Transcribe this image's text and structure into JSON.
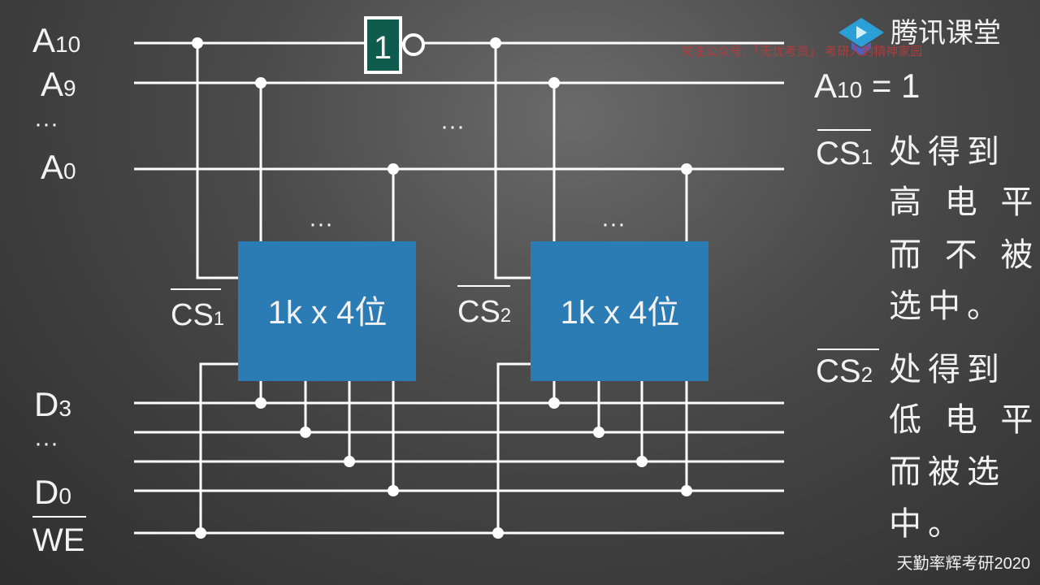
{
  "labels": {
    "a10": "A",
    "a10_sub": "10",
    "a9": "A",
    "a9_sub": "9",
    "dots": "···",
    "a0": "A",
    "a0_sub": "0",
    "d3": "D",
    "d3_sub": "3",
    "d0": "D",
    "d0_sub": "0",
    "we": "WE"
  },
  "inverter": {
    "label": "1"
  },
  "chips": [
    {
      "label": "1k x 4位",
      "cs": "CS",
      "cs_sub": "1"
    },
    {
      "label": "1k x 4位",
      "cs": "CS",
      "cs_sub": "2"
    }
  ],
  "explanation": {
    "eq": "A",
    "eq_sub": "10",
    "eq_rest": " = 1",
    "cs1": "CS",
    "cs1_sub": "1",
    "lines1": [
      "处得到",
      "高 电 平",
      "而 不 被",
      "选中。"
    ],
    "cs2": "CS",
    "cs2_sub": "2",
    "lines2": [
      "处得到",
      "低 电 平",
      "而被选",
      "中。"
    ]
  },
  "watermark": {
    "brand": "腾讯课堂",
    "notice": "关注公众号：「无忧考资」 考研人的精神家园",
    "footer": "天勤率辉考研2020"
  },
  "colors": {
    "chip": "#2b7bb5",
    "inverter": "#0f5c4f",
    "notice": "#c0393b"
  }
}
